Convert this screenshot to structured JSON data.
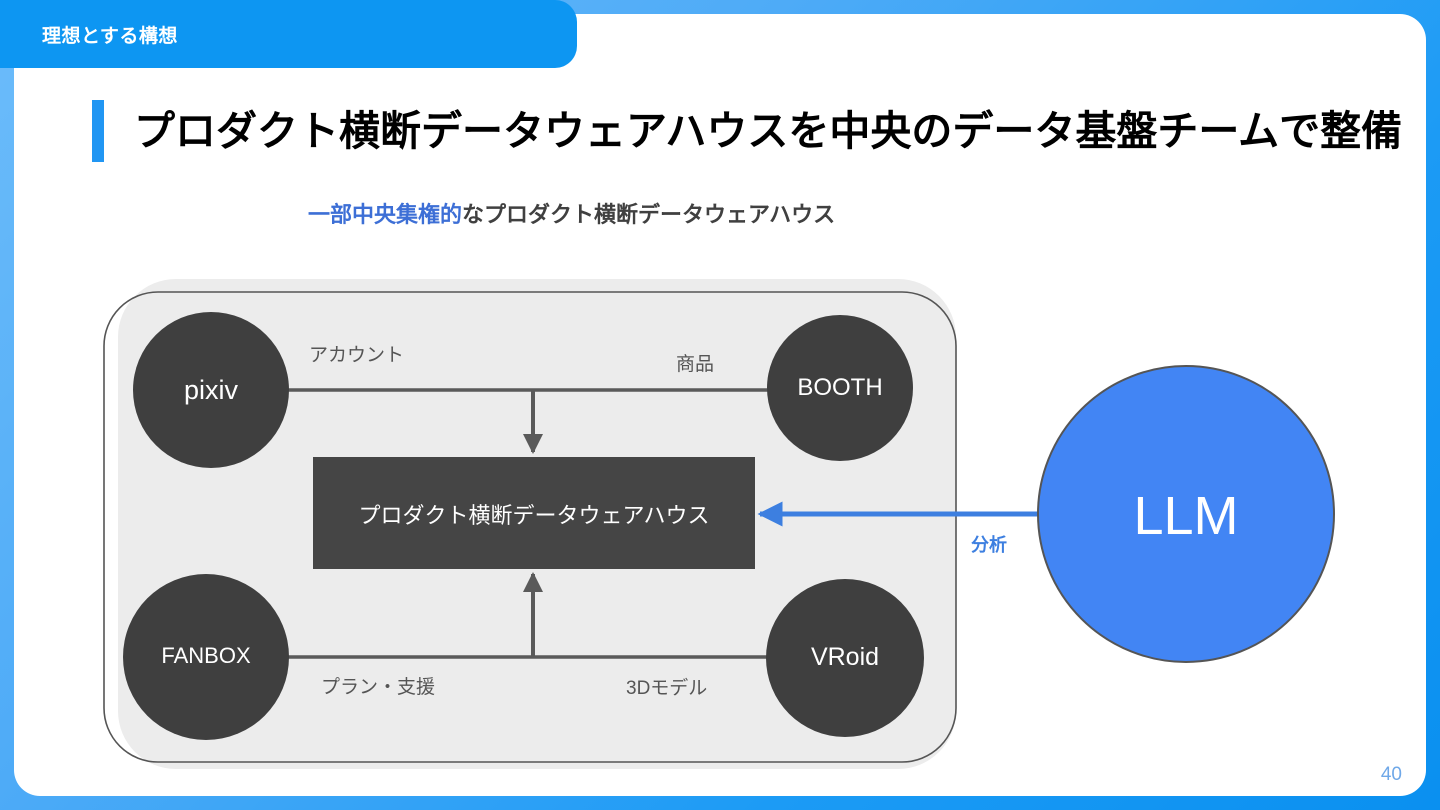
{
  "slide": {
    "section_tab_label": "理想とする構想",
    "title": "プロダクト横断データウェアハウスを中央のデータ基盤チームで整備",
    "subtitle_accent": "一部中央集権的",
    "subtitle_rest": "なプロダクト横断データウェアハウス",
    "page_number": "40"
  },
  "diagram": {
    "warehouse_box_label": "プロダクト横断データウェアハウス",
    "nodes": [
      {
        "id": "pixiv",
        "label": "pixiv"
      },
      {
        "id": "booth",
        "label": "BOOTH"
      },
      {
        "id": "fanbox",
        "label": "FANBOX"
      },
      {
        "id": "vroid",
        "label": "VRoid"
      },
      {
        "id": "llm",
        "label": "LLM"
      }
    ],
    "edge_labels": [
      {
        "id": "account",
        "label": "アカウント"
      },
      {
        "id": "product",
        "label": "商品"
      },
      {
        "id": "plan-support",
        "label": "プラン・支援"
      },
      {
        "id": "3d-model",
        "label": "3Dモデル"
      },
      {
        "id": "analysis",
        "label": "分析"
      }
    ]
  },
  "colors": {
    "brand_blue": "#0d96f2",
    "accent_blue": "#2196f3",
    "llm_blue": "#4285f4",
    "arrow_blue": "#3d7fe0",
    "node_dark": "#3f3f3f",
    "box_dark": "#454545",
    "panel_gray": "#ececec",
    "page_number_blue": "#6fa8e8"
  }
}
